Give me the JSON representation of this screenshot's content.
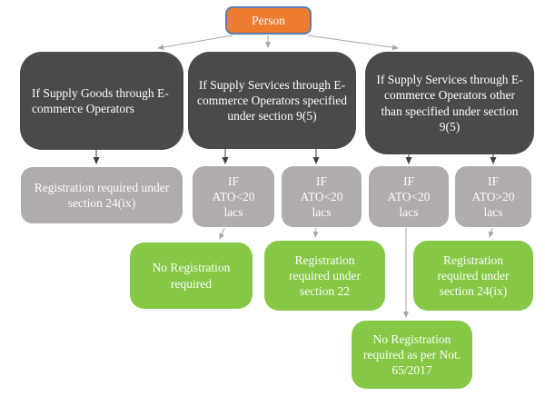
{
  "colors": {
    "root-fill": "#ED7D31",
    "root-border": "#5B7BB0",
    "branch-fill": "#4A4A4A",
    "condition-fill": "#B0ACAB",
    "outcome-fill": "#86C846",
    "node-text": "#FDFDFD",
    "arrow-gray": "#A6A6A6",
    "arrow-dark": "#3F3F3F"
  },
  "nodes": {
    "person": "Person",
    "branch_goods": "If Supply Goods through E-commerce Operators",
    "branch_services_specified": "If Supply Services through E-commerce Operators specified under section 9(5)",
    "branch_services_other": "If Supply Services through E-commerce Operators other than specified under section 9(5)",
    "goods_outcome": "Registration required under section 24(ix)",
    "cond_specified_a": "IF\nATO<20\nlacs",
    "cond_specified_b": "IF\nATO<20\nlacs",
    "cond_other_below20": "IF\nATO<20\nlacs",
    "cond_other_above20": "IF\nATO>20\nlacs",
    "outcome_no_registration": "No Registration required",
    "outcome_section22": "Registration required under section 22",
    "outcome_section24ix": "Registration required under section 24(ix)",
    "outcome_not_65_2017": "No Registration required as per Not. 65/2017"
  }
}
